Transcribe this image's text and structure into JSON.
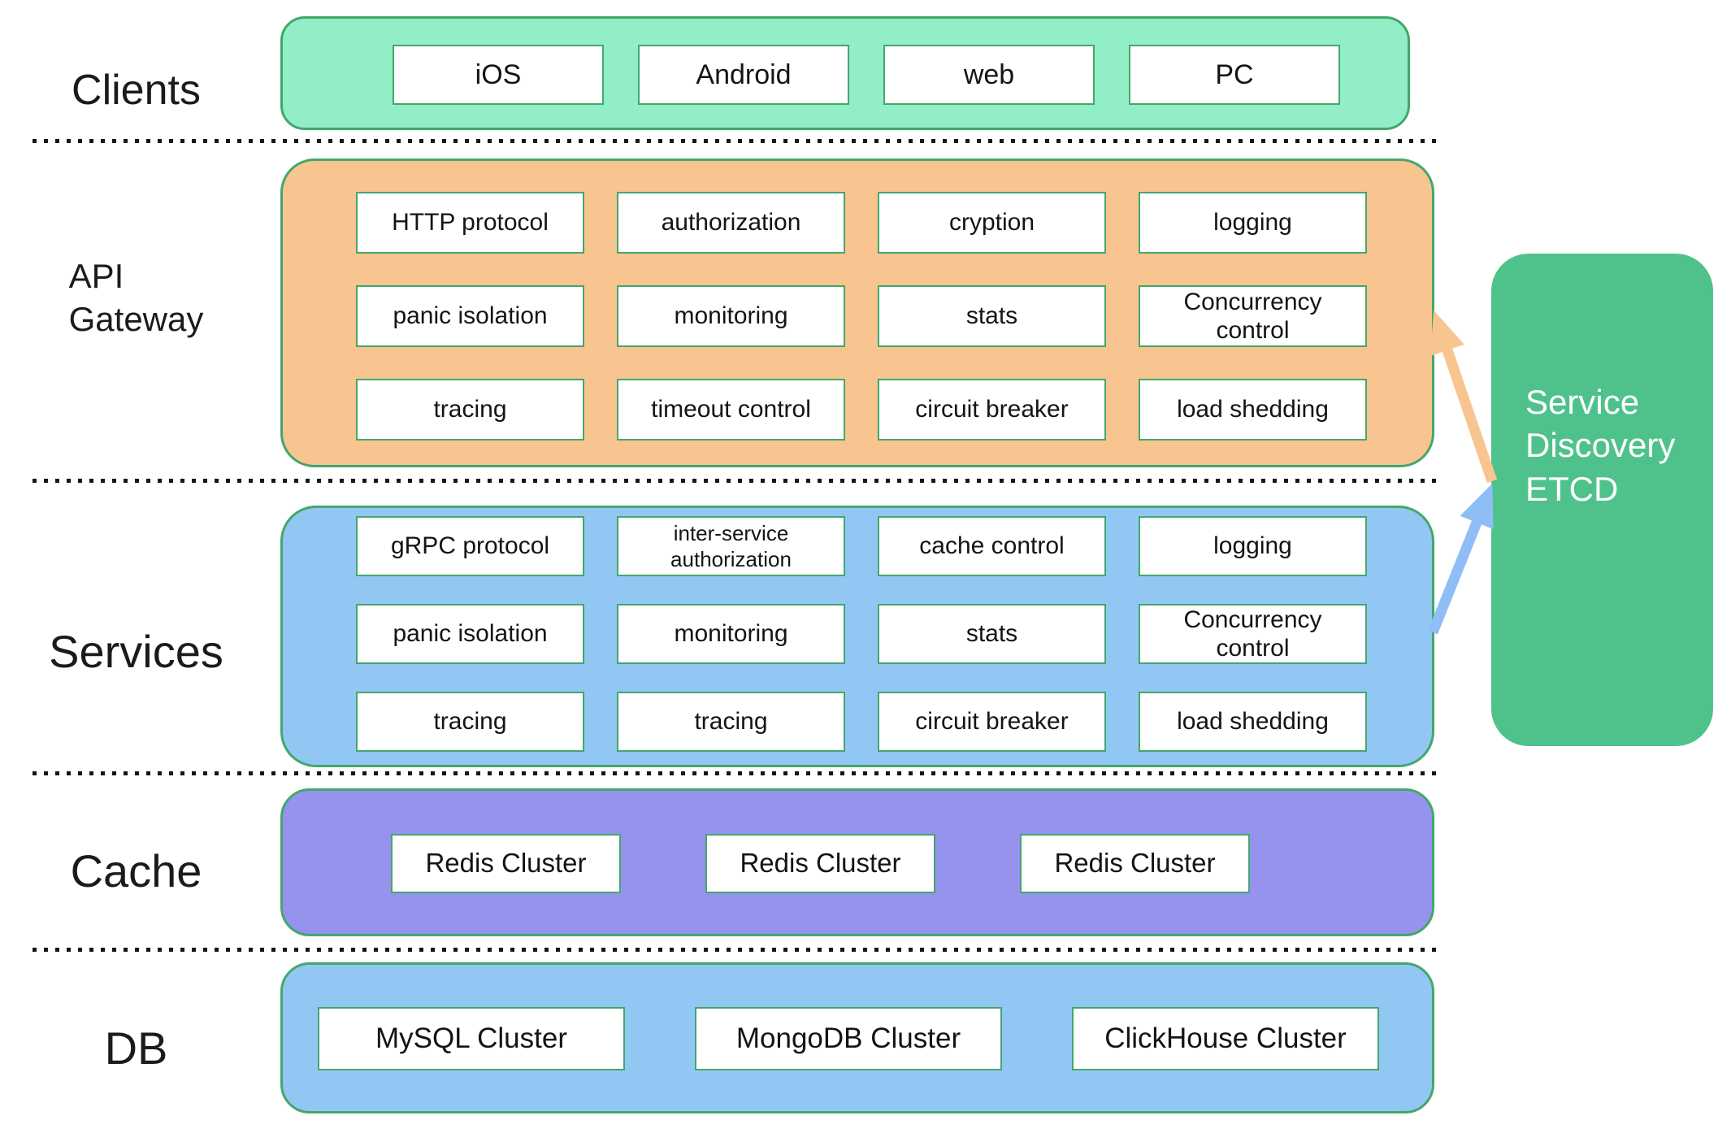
{
  "colors": {
    "mint": "#92EEC6",
    "orange": "#F8C48F",
    "blue": "#92C7F3",
    "purple": "#9693EF",
    "green": "#4FC28C",
    "border-green": "#43A76C",
    "arrow-orange": "#F8C48F",
    "arrow-blue": "#8FBEF6",
    "dot": "#161616",
    "text-dark": "#1B1B1B"
  },
  "layers": {
    "clients": {
      "label": "Clients",
      "items": [
        "iOS",
        "Android",
        "web",
        "PC"
      ]
    },
    "api_gateway": {
      "label_line1": "API",
      "label_line2": "Gateway",
      "rows": [
        [
          "HTTP protocol",
          "authorization",
          "cryption",
          "logging"
        ],
        [
          "panic isolation",
          "monitoring",
          "stats",
          "Concurrency control"
        ],
        [
          "tracing",
          "timeout control",
          "circuit breaker",
          "load shedding"
        ]
      ]
    },
    "services": {
      "label": "Services",
      "rows": [
        [
          "gRPC protocol",
          "inter-service authorization",
          "cache control",
          "logging"
        ],
        [
          "panic isolation",
          "monitoring",
          "stats",
          "Concurrency control"
        ],
        [
          "tracing",
          "tracing",
          "circuit breaker",
          "load shedding"
        ]
      ]
    },
    "cache": {
      "label": "Cache",
      "items": [
        "Redis Cluster",
        "Redis Cluster",
        "Redis Cluster"
      ]
    },
    "db": {
      "label": "DB",
      "items": [
        "MySQL Cluster",
        "MongoDB Cluster",
        "ClickHouse Cluster"
      ]
    }
  },
  "service_discovery": {
    "lines": [
      "Service",
      "Discovery",
      "ETCD"
    ]
  }
}
